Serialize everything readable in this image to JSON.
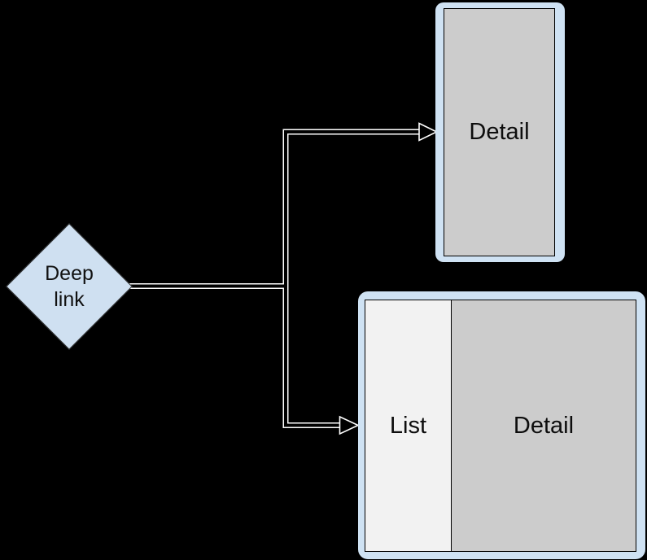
{
  "diagram": {
    "description": "Deep link navigation flow diagram on black background",
    "colors": {
      "background": "#000000",
      "diamond_fill": "#cfe0f1",
      "frame_blue": "#cfe2f3",
      "detail_pane_gray": "#cccccc",
      "list_pane_light": "#f2f2f2",
      "connector_outline": "#ffffff",
      "inner_border": "#000000",
      "text": "#0d0d0d"
    },
    "nodes": {
      "deep_link": {
        "shape": "diamond",
        "label": "Deep link"
      },
      "detail_screen": {
        "shape": "portrait-screen",
        "label": "Detail"
      },
      "list_detail_screen": {
        "shape": "landscape-screen",
        "list_label": "List",
        "detail_label": "Detail"
      }
    },
    "connectors": [
      {
        "name": "deep-link-to-detail",
        "from": "deep_link",
        "to": "detail_screen",
        "style": "hollow-outline-arrow"
      },
      {
        "name": "deep-link-to-list-detail",
        "from": "deep_link",
        "to": "list_detail_screen",
        "style": "hollow-outline-arrow"
      }
    ]
  }
}
